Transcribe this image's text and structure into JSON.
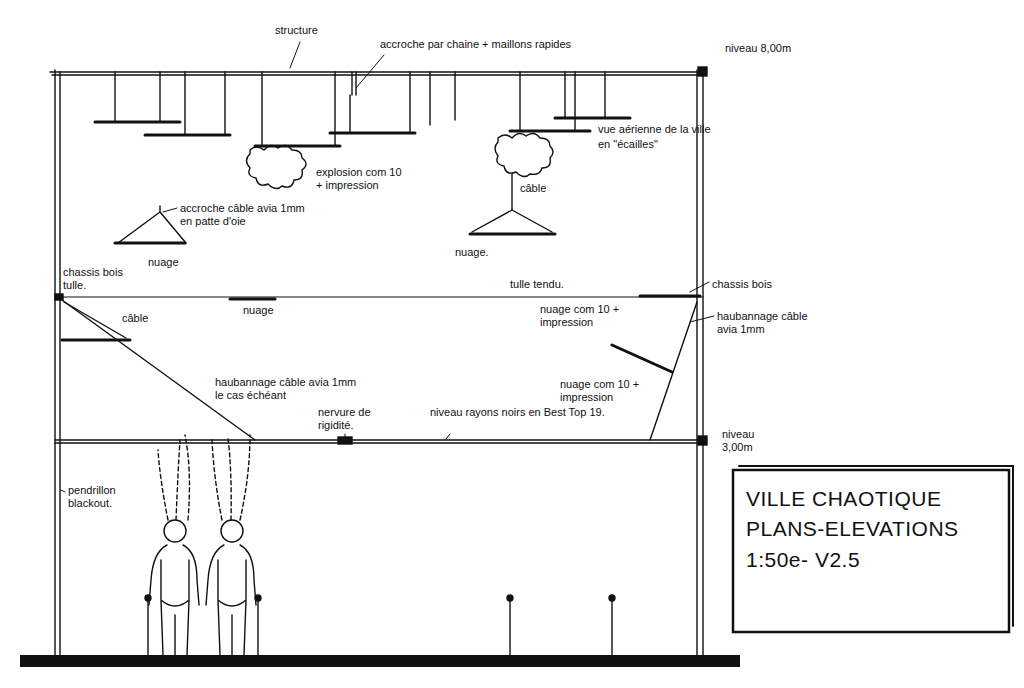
{
  "diagram": {
    "title": "VILLE CHAOTIQUE PLANS-ELEVATIONS 1:50e- V2.5",
    "labels": [
      "structure",
      "accroche par chaine + maillons rapides",
      "niveau 8,00m",
      "vue aérienne de la ville",
      "en \"écailles\"",
      "explosion com 10 + impression",
      "câble",
      "accroche câble avia 1mm en patte d'oie",
      "nuage",
      "nuage.",
      "chassis bois tulle.",
      "tulle tendu.",
      "chassis bois",
      "nuage",
      "câble",
      "nuage com 10 + impression",
      "haubannage câble avia 1mm",
      "nuage com 10 + impression",
      "haubannage câble avia 1mm le cas échéant",
      "nervure de rigidité.",
      "niveau rayons noirs en Best Top 19.",
      "niveau 3,00m",
      "pendrillon blackout."
    ]
  }
}
